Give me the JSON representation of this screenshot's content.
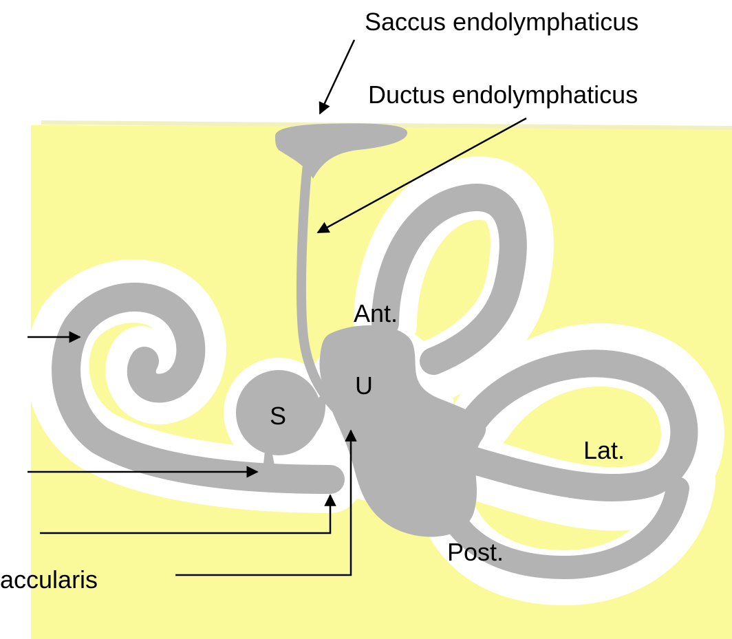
{
  "labels": {
    "saccus": "Saccus endolymphaticus",
    "ductus": "Ductus endolymphaticus",
    "ant": "Ant.",
    "u": "U",
    "s": "S",
    "lat": "Lat.",
    "post": "Post.",
    "saccularis": "accularis"
  },
  "colors": {
    "background": "#fafa9a",
    "membrane": "#b3b3b3",
    "perilymph": "#ffffff",
    "arrow": "#000000"
  }
}
